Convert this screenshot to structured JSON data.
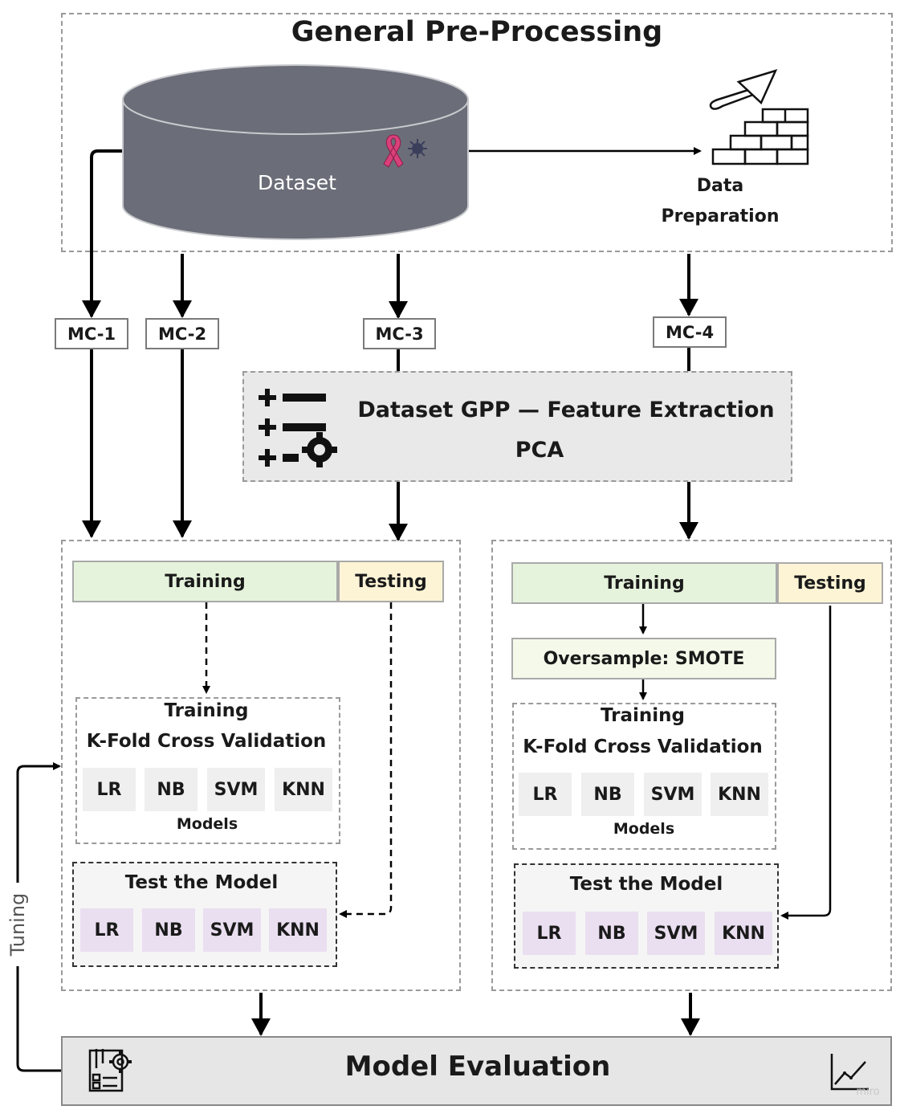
{
  "preprocessing": {
    "title": "General Pre-Processing",
    "dataset_label": "Dataset",
    "data_prep_line1": "Data",
    "data_prep_line2": "Preparation"
  },
  "mc": {
    "mc1": "MC-1",
    "mc2": "MC-2",
    "mc3": "MC-3",
    "mc4": "MC-4"
  },
  "feature_extraction": {
    "title": "Dataset GPP — Feature Extraction",
    "method": "PCA"
  },
  "left_block": {
    "training": "Training",
    "testing": "Testing",
    "cv_title1": "Training",
    "cv_title2": "K-Fold Cross Validation",
    "models": [
      "LR",
      "NB",
      "SVM",
      "KNN"
    ],
    "models_label": "Models",
    "test_title": "Test the Model",
    "test_models": [
      "LR",
      "NB",
      "SVM",
      "KNN"
    ]
  },
  "right_block": {
    "training": "Training",
    "testing": "Testing",
    "oversample": "Oversample: SMOTE",
    "cv_title1": "Training",
    "cv_title2": "K-Fold Cross Validation",
    "models": [
      "LR",
      "NB",
      "SVM",
      "KNN"
    ],
    "models_label": "Models",
    "test_title": "Test the Model",
    "test_models": [
      "LR",
      "NB",
      "SVM",
      "KNN"
    ]
  },
  "tuning_label": "Tuning",
  "evaluation": {
    "title": "Model Evaluation",
    "watermark": "miro"
  },
  "icons": {
    "ribbon": "awareness-ribbon-icon",
    "virus": "virus-icon",
    "brick_wall": "brick-wall-trowel-icon",
    "feature_list": "feature-list-gear-icon",
    "report": "report-gear-icon",
    "trend": "trend-chart-icon"
  },
  "colors": {
    "dataset_cylinder": "#6b6e78",
    "training_fill": "#e6f3dc",
    "testing_fill": "#fdf4d6",
    "test_model_fill": "#eadff0",
    "model_fill": "#efefef",
    "feature_box_fill": "#e9e9e9",
    "evaluation_fill": "#e6e6e6",
    "ribbon": "#d9407a"
  }
}
